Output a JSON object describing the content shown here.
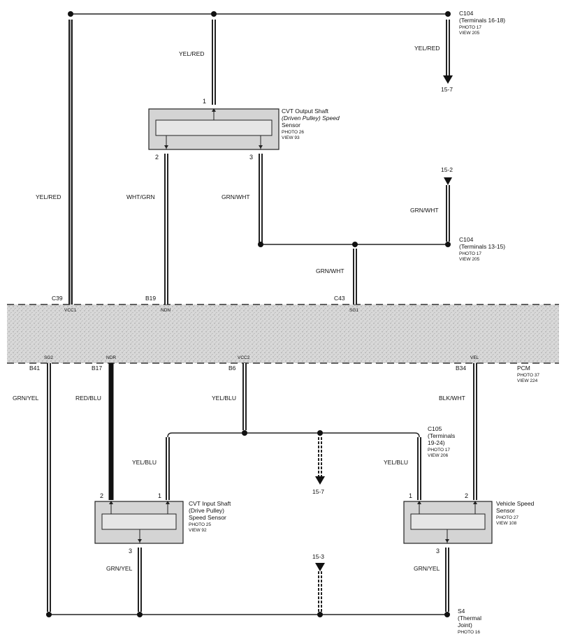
{
  "top": {
    "c104_terminals_16_18": {
      "title": "C104",
      "terminals": "(Terminals 16-18)",
      "photo": "PHOTO 17",
      "view": "VIEW 205"
    },
    "wire_yel_red_right": "YEL/RED",
    "ref_15_7_top": "15-7",
    "wire_yel_red_mid": "YEL/RED",
    "wire_yel_red_left": "YEL/RED"
  },
  "output_sensor": {
    "title": "CVT Output Shaft",
    "subtitle": "(Driven Pulley) Speed",
    "subtitle2": "Sensor",
    "photo": "PHOTO 26",
    "view": "VIEW 93",
    "pin1": "1",
    "pin2": "2",
    "pin3": "3"
  },
  "mid": {
    "wire_wht_grn": "WHT/GRN",
    "wire_grn_wht_left": "GRN/WHT",
    "ref_15_2": "15-2",
    "wire_grn_wht_right": "GRN/WHT",
    "c104_terminals_13_15": {
      "title": "C104",
      "terminals": "(Terminals 13-15)",
      "photo": "PHOTO 17",
      "view": "VIEW 205"
    },
    "wire_grn_wht_center": "GRN/WHT"
  },
  "pcm": {
    "c39": "C39",
    "vcc1": "VCC1",
    "b19": "B19",
    "ndn": "NDN",
    "c43": "C43",
    "sg1": "SG1",
    "sg2": "SG2",
    "b41": "B41",
    "ndr": "NDR",
    "b17": "B17",
    "vcc2": "VCC2",
    "b6": "B6",
    "vel": "VEL",
    "b34": "B34",
    "name": "PCM",
    "photo": "PHOTO 37",
    "view": "VIEW 224"
  },
  "lower": {
    "wire_grn_yel_left": "GRN/YEL",
    "wire_red_blu": "RED/BLU",
    "wire_yel_blu_top": "YEL/BLU",
    "wire_blk_wht": "BLK/WHT",
    "wire_yel_blu_left": "YEL/BLU",
    "wire_yel_blu_right": "YEL/BLU",
    "ref_15_7_bottom": "15-7",
    "ref_15_3": "15-3",
    "c105": {
      "title": "C105",
      "terminals": "(Terminals",
      "terminals2": "19-24)",
      "photo": "PHOTO 17",
      "view": "VIEW 206"
    },
    "wire_grn_yel_center": "GRN/YEL",
    "wire_grn_yel_right": "GRN/YEL",
    "s4": {
      "title": "S4",
      "line1": "(Thermal",
      "line2": "Joint)",
      "photo": "PHOTO 16"
    }
  },
  "input_sensor": {
    "title": "CVT Input Shaft",
    "line2": "(Drive Pulley)",
    "line3": "Speed Sensor",
    "photo": "PHOTO 25",
    "view": "VIEW 92",
    "pin1": "1",
    "pin2": "2",
    "pin3": "3"
  },
  "vss": {
    "title": "Vehicle Speed",
    "line2": "Sensor",
    "photo": "PHOTO 27",
    "view": "VIEW 108",
    "pin1": "1",
    "pin2": "2",
    "pin3": "3"
  }
}
